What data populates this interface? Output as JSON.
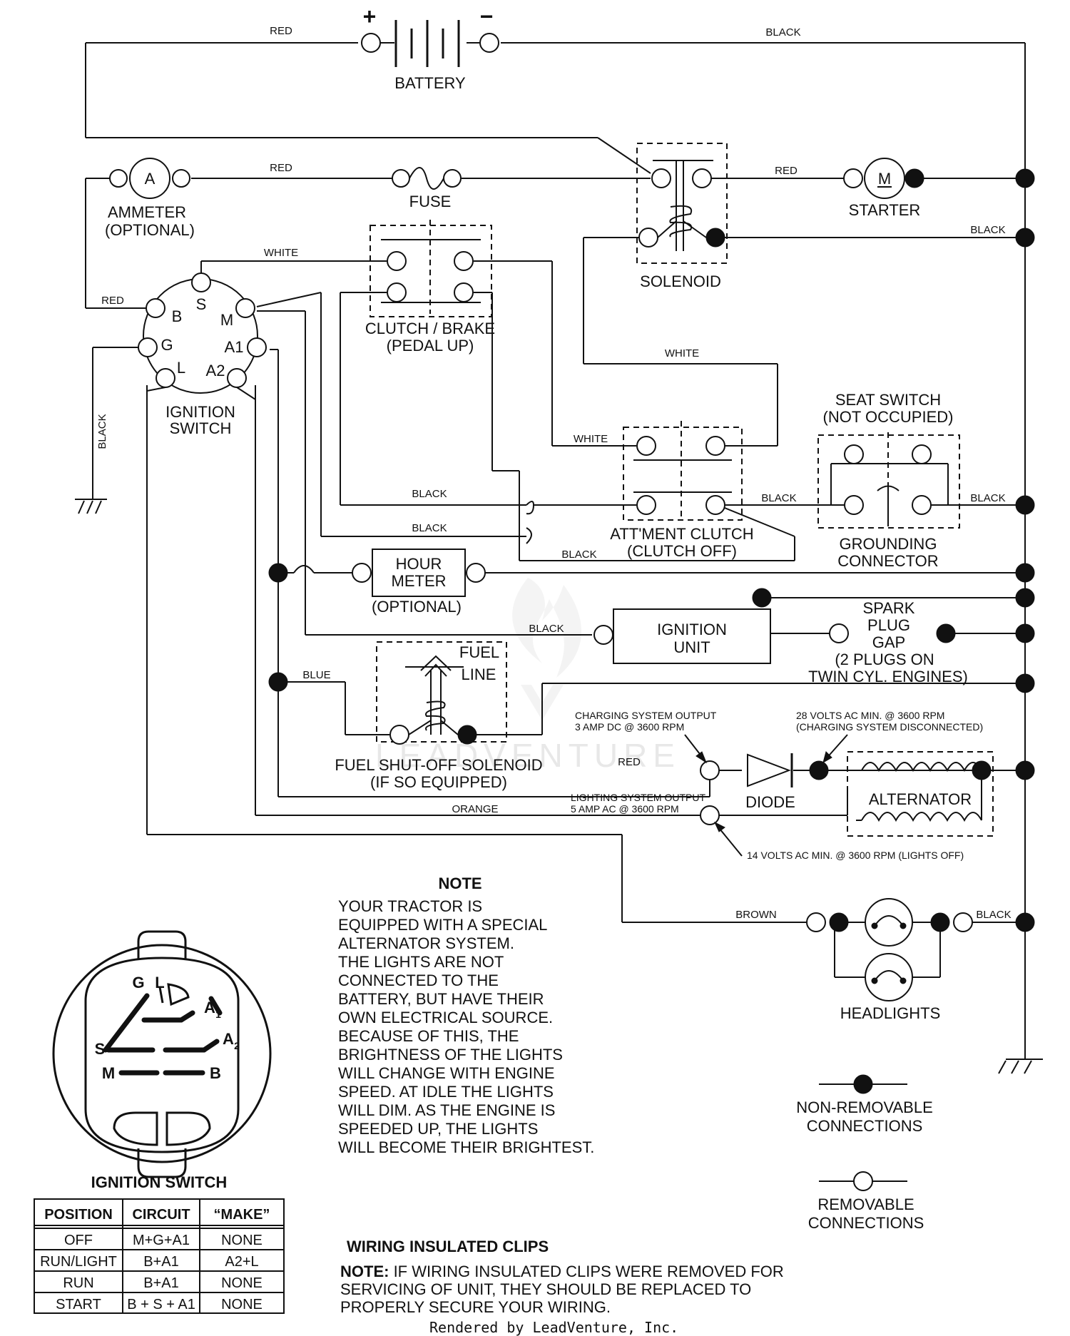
{
  "components": {
    "battery": "BATTERY",
    "battery_plus": "+",
    "battery_minus": "−",
    "ammeter": "AMMETER",
    "ammeter_optional": "(OPTIONAL)",
    "ammeter_symbol": "A",
    "fuse": "FUSE",
    "solenoid": "SOLENOID",
    "starter": "STARTER",
    "starter_symbol": "M",
    "clutch_brake": "CLUTCH / BRAKE",
    "clutch_brake_sub": "(PEDAL UP)",
    "ignition_switch_line1": "IGNITION",
    "ignition_switch_line2": "SWITCH",
    "seat_switch": "SEAT SWITCH",
    "seat_switch_sub": "(NOT OCCUPIED)",
    "attment_clutch": "ATT'MENT CLUTCH",
    "attment_clutch_sub": "(CLUTCH OFF)",
    "grounding_connector_line1": "GROUNDING",
    "grounding_connector_line2": "CONNECTOR",
    "hour_meter_line1": "HOUR",
    "hour_meter_line2": "METER",
    "hour_meter_optional": "(OPTIONAL)",
    "ignition_unit_line1": "IGNITION",
    "ignition_unit_line2": "UNIT",
    "spark_plug_line1": "SPARK",
    "spark_plug_line2": "PLUG",
    "spark_plug_line3": "GAP",
    "spark_plug_line4": "(2 PLUGS ON",
    "spark_plug_line5": "TWIN CYL. ENGINES)",
    "fuel_line_line1": "FUEL",
    "fuel_line_line2": "LINE",
    "fuel_solenoid_line1": "FUEL SHUT-OFF SOLENOID",
    "fuel_solenoid_line2": "(IF SO EQUIPPED)",
    "diode": "DIODE",
    "alternator": "ALTERNATOR",
    "headlights": "HEADLIGHTS"
  },
  "terminals": {
    "B": "B",
    "S": "S",
    "M": "M",
    "G": "G",
    "A1": "A1",
    "L": "L",
    "A2": "A2"
  },
  "wire_labels": {
    "red": "RED",
    "black": "BLACK",
    "white": "WHITE",
    "blue": "BLUE",
    "orange": "ORANGE",
    "brown": "BROWN"
  },
  "annotations": {
    "charging_output_line1": "CHARGING SYSTEM OUTPUT",
    "charging_output_line2": "3 AMP DC @ 3600 RPM",
    "volts28_line1": "28 VOLTS AC MIN. @ 3600 RPM",
    "volts28_line2": "(CHARGING SYSTEM DISCONNECTED)",
    "lighting_output_line1": "LIGHTING SYSTEM OUTPUT",
    "lighting_output_line2": "5 AMP AC @ 3600 RPM",
    "volts14": "14 VOLTS AC MIN. @ 3600 RPM (LIGHTS OFF)"
  },
  "note": {
    "title": "NOTE",
    "lines": [
      "YOUR TRACTOR IS",
      "EQUIPPED WITH A SPECIAL",
      "ALTERNATOR SYSTEM.",
      "THE LIGHTS ARE NOT",
      "CONNECTED TO THE",
      "BATTERY, BUT HAVE THEIR",
      "OWN ELECTRICAL SOURCE.",
      "BECAUSE OF THIS, THE",
      "BRIGHTNESS OF THE LIGHTS",
      "WILL CHANGE WITH ENGINE",
      "SPEED.  AT IDLE THE LIGHTS",
      "WILL DIM.  AS THE ENGINE IS",
      "SPEEDED UP, THE LIGHTS",
      "WILL BECOME THEIR BRIGHTEST."
    ]
  },
  "legend": {
    "non_removable_line1": "NON-REMOVABLE",
    "non_removable_line2": "CONNECTIONS",
    "removable_line1": "REMOVABLE",
    "removable_line2": "CONNECTIONS"
  },
  "switch_detail": {
    "title": "IGNITION SWITCH",
    "labels": {
      "G": "G",
      "L": "L",
      "A1": "A",
      "A1_sub": "1",
      "S": "S",
      "A2": "A",
      "A2_sub": "2",
      "M": "M",
      "B": "B"
    }
  },
  "switch_table": {
    "headers": [
      "POSITION",
      "CIRCUIT",
      "“MAKE”"
    ],
    "rows": [
      [
        "OFF",
        "M+G+A1",
        "NONE"
      ],
      [
        "RUN/LIGHT",
        "B+A1",
        "A2+L"
      ],
      [
        "RUN",
        "B+A1",
        "NONE"
      ],
      [
        "START",
        "B + S + A1",
        "NONE"
      ]
    ]
  },
  "clips": {
    "title": "WIRING INSULATED CLIPS",
    "note_prefix": "NOTE:",
    "line1": " IF WIRING INSULATED CLIPS WERE REMOVED FOR",
    "line2": "SERVICING OF UNIT, THEY SHOULD BE REPLACED TO",
    "line3": "PROPERLY SECURE YOUR WIRING."
  },
  "footer": "Rendered by LeadVenture, Inc.",
  "watermark": "LEADVENTURE"
}
